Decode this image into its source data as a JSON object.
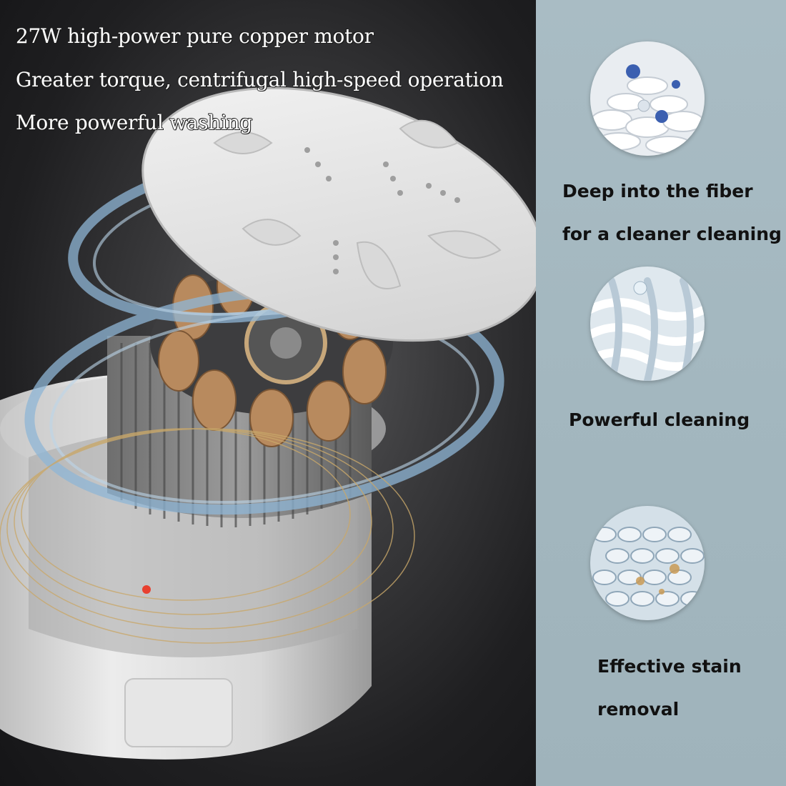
{
  "headline": {
    "line1": "27W high-power pure copper motor",
    "line2": "Greater torque, centrifugal high-speed operation",
    "line3": "More powerful washing"
  },
  "features": [
    {
      "icon": "fiber-virus-icon",
      "lines": [
        "Deep into the fiber",
        "for a cleaner cleaning"
      ]
    },
    {
      "icon": "woven-fiber-icon",
      "lines": [
        "Powerful cleaning"
      ]
    },
    {
      "icon": "stained-fiber-icon",
      "lines": [
        "Effective stain",
        "removal"
      ]
    }
  ],
  "colors": {
    "left_background": "#2a2a2c",
    "right_background": "#a5b9c1",
    "headline_text": "#ffffff",
    "feature_text": "#111111",
    "swirl": "#8fb6d6",
    "copper_coil": "#b88a5e"
  }
}
